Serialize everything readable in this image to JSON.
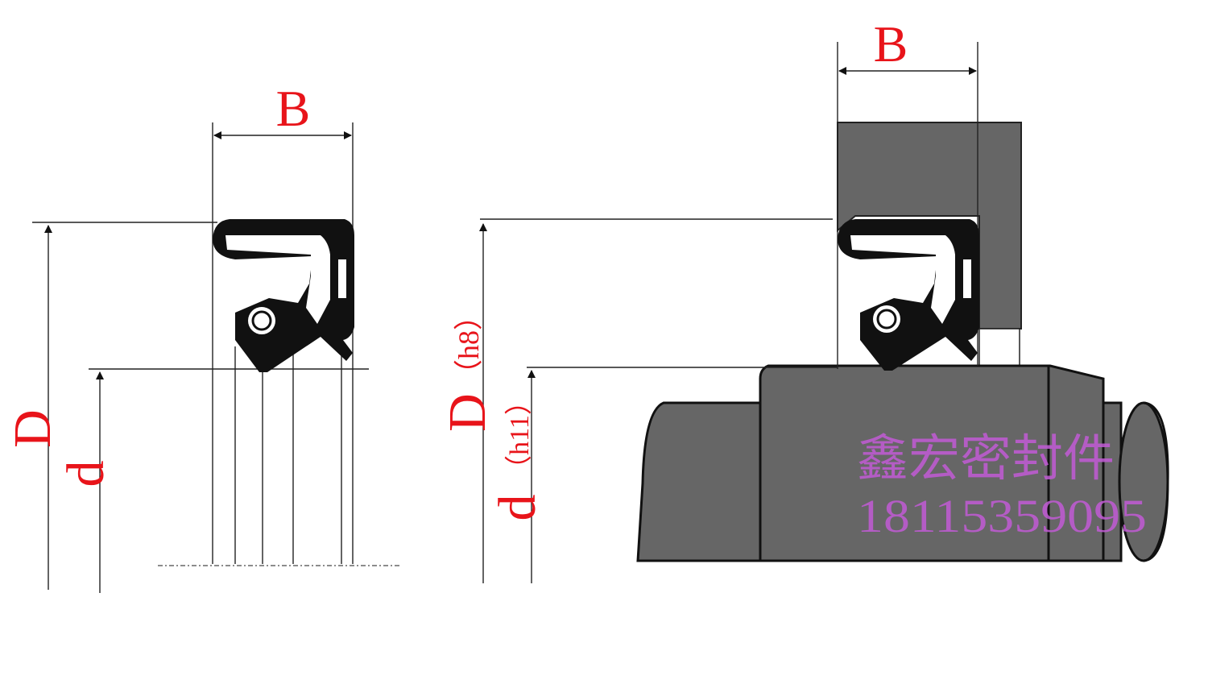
{
  "left_figure": {
    "width_label": "B",
    "outer_label": "D",
    "inner_label": "d"
  },
  "right_figure": {
    "width_label": "B",
    "outer_label": "D",
    "outer_tolerance": "（h8）",
    "inner_label": "d",
    "inner_tolerance": "（h11）"
  },
  "watermark": {
    "name": "鑫宏密封件",
    "phone": "18115359095"
  },
  "colors": {
    "label": "#e8141a",
    "watermark": "#c25bd6",
    "metal": "#666666",
    "seal": "#111111"
  }
}
